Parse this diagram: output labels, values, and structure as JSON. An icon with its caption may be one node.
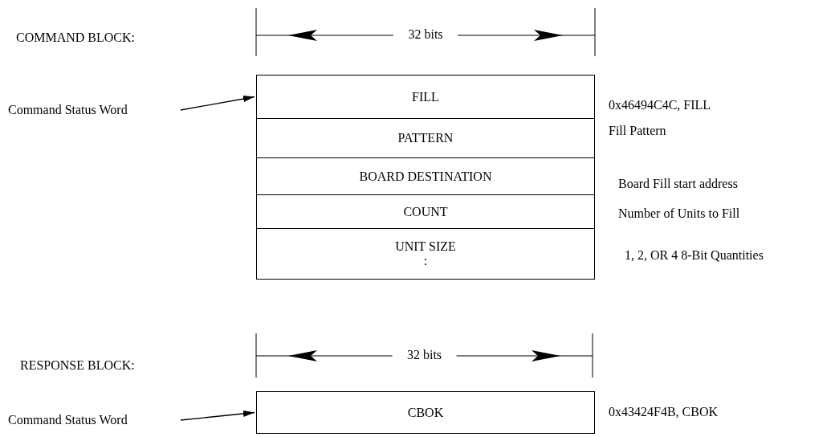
{
  "diagram": {
    "nodes": [
      {
        "text": [
          "Command Status Word"
        ]
      },
      {
        "text": [
          "FILL"
        ],
        "beside": [
          "0x46494C4C, FILL"
        ]
      },
      {
        "text": [
          "PATTERN"
        ],
        "beside": [
          "Fill Pattern"
        ]
      },
      {
        "text": [
          "BOARD DESTINATION"
        ],
        "beside": [
          "Board Fill start address"
        ]
      },
      {
        "text": [
          "COUNT"
        ],
        "beside": [
          "Number of Units to Fill"
        ]
      },
      {
        "text": [
          "UNIT SIZE",
          ":"
        ],
        "beside": [
          "1, 2, OR 4 8-Bit Quantities"
        ]
      },
      {
        "text": [
          "Command Status Word"
        ]
      },
      {
        "text": [
          "CBOK"
        ],
        "beside": [
          "0x43424F4B, CBOK"
        ]
      }
    ],
    "edges": [
      {
        "from": 0,
        "to": 1,
        "arrow": "to"
      },
      {
        "from": 6,
        "to": 7,
        "arrow": "to"
      }
    ],
    "labels": [
      "COMMAND BLOCK:",
      "32 bits",
      "RESPONSE BLOCK:",
      "32 bits"
    ]
  }
}
